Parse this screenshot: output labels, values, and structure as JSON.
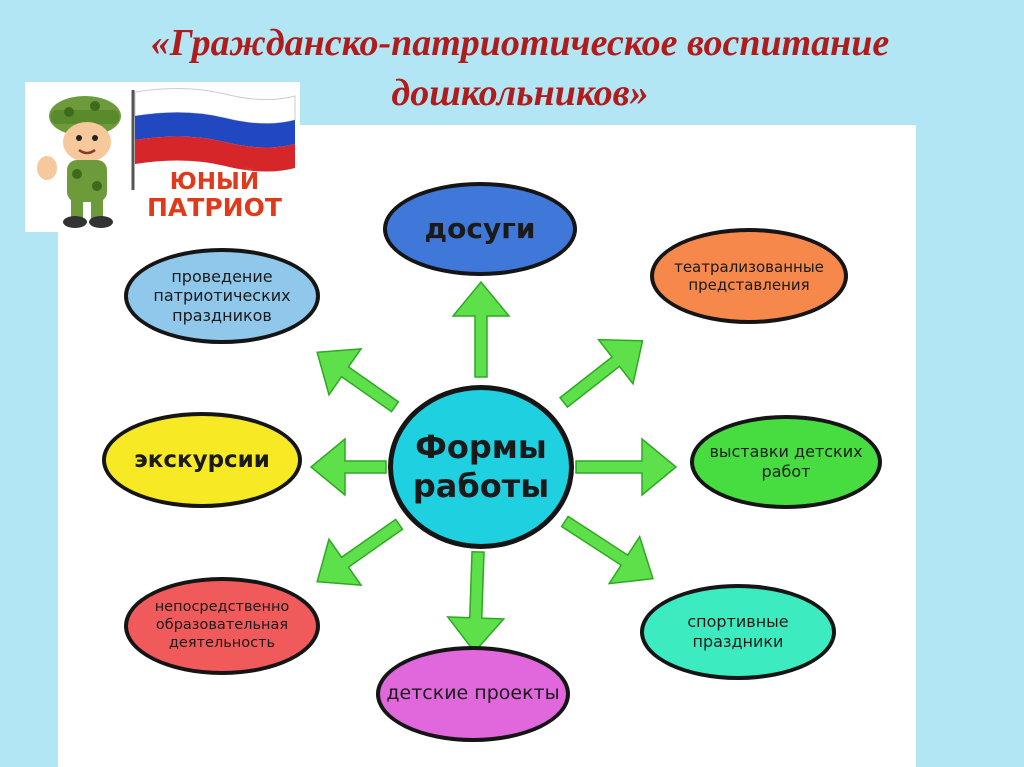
{
  "title": {
    "line1": "«Гражданско-патриотическое воспитание",
    "line2": "дошкольников»"
  },
  "logo": {
    "line1": "ЮНЫЙ",
    "line2": "ПАТРИОТ"
  },
  "diagram": {
    "center": "Формы работы",
    "nodes": {
      "dosugi": "досуги",
      "teatr": "театрализованные представления",
      "provedenie": "проведение патриотических праздников",
      "ekskursii": "экскурсии",
      "vystavki": "выставки детских работ",
      "neposred": "непосредственно образовательная деятельность",
      "sport": "спортивные праздники",
      "proekty": "детские проекты"
    }
  },
  "colors": {
    "background": "#b3e6f5",
    "title": "#b01c1c",
    "arrow": "#5ee04a",
    "center": "#1ed0e0"
  }
}
